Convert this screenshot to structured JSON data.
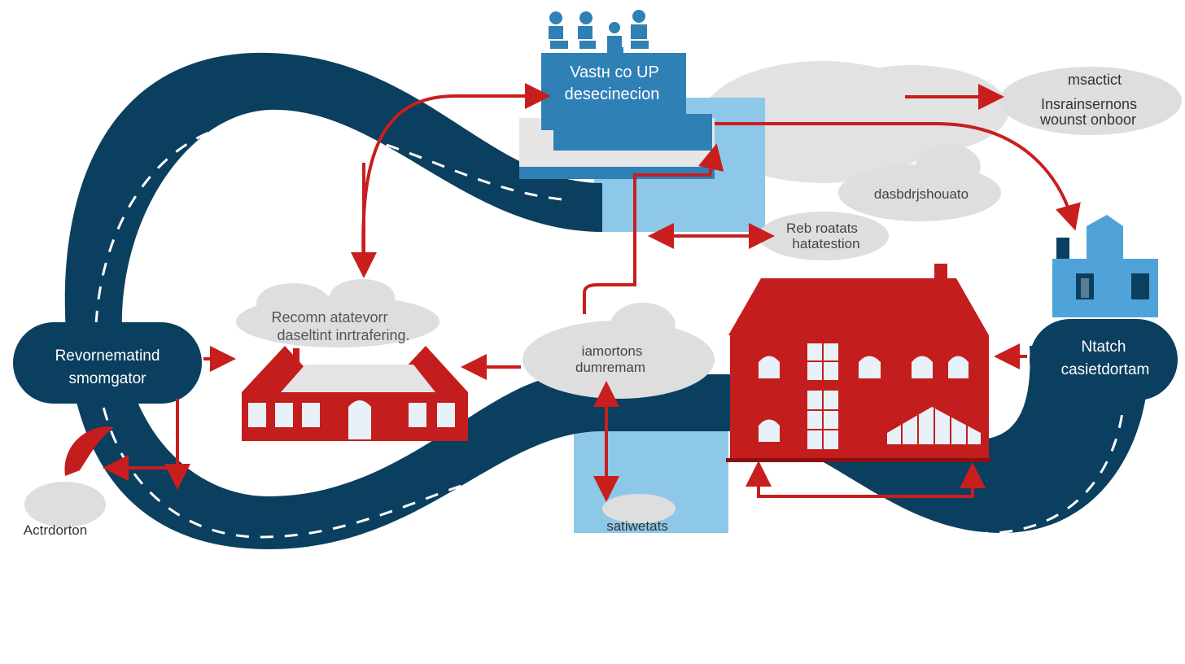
{
  "colors": {
    "road": "#0b3f5f",
    "road_dash": "#ffffff",
    "arrow": "#c81e1e",
    "house": "#c41d1d",
    "building_blue": "#2f80b5",
    "water": "#8ec8e8",
    "cloud": "#dedede",
    "window": "#e8f1f8"
  },
  "labels": {
    "top_box": {
      "line1": "Vastн co UP",
      "line2": "desecinecion"
    },
    "top_right": {
      "line1": "msactict",
      "line2": "Insrainsernons",
      "line3": "wounst onboor"
    },
    "cloud_right_upper": "dasbdrjshouato",
    "cloud_right_mid": {
      "line1": "Reb roatats",
      "line2": "hatatestion"
    },
    "left_pill": {
      "line1": "Revornematind",
      "line2": "smomgator"
    },
    "left_cloud": {
      "line1": "Recomn atatevorr",
      "line2": "daseltint inrtrafering."
    },
    "center_cloud": {
      "line1": "iamortons",
      "line2": "dumremam"
    },
    "right_pill": {
      "line1": "Ntatch",
      "line2": "casietdortam"
    },
    "bottom_left": "Actrdorton",
    "bottom_center": "satiwetats"
  }
}
